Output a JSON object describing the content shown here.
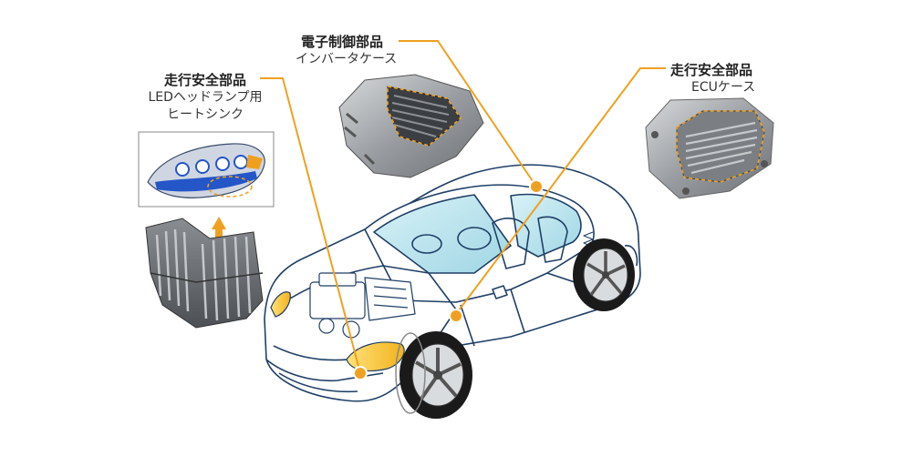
{
  "callouts": {
    "headlamp": {
      "category": "走行安全部品",
      "line1": "LEDヘッドランプ用",
      "line2": "ヒートシンク"
    },
    "inverter": {
      "category": "電子制御部品",
      "name": "インバータケース"
    },
    "ecu": {
      "category": "走行安全部品",
      "name": "ECUケース"
    }
  },
  "colors": {
    "leader": "#f0a020",
    "car_outline": "#1f3f66",
    "headlamp_glow": "#f5c842",
    "glass": "#bfe6ef",
    "metal": "#a9acaf",
    "headlamp_blue": "#2456c8"
  },
  "icons": [
    "car-illustration",
    "inverter-case-photo",
    "ecu-case-photo",
    "heatsink-photo",
    "headlamp-closeup"
  ]
}
